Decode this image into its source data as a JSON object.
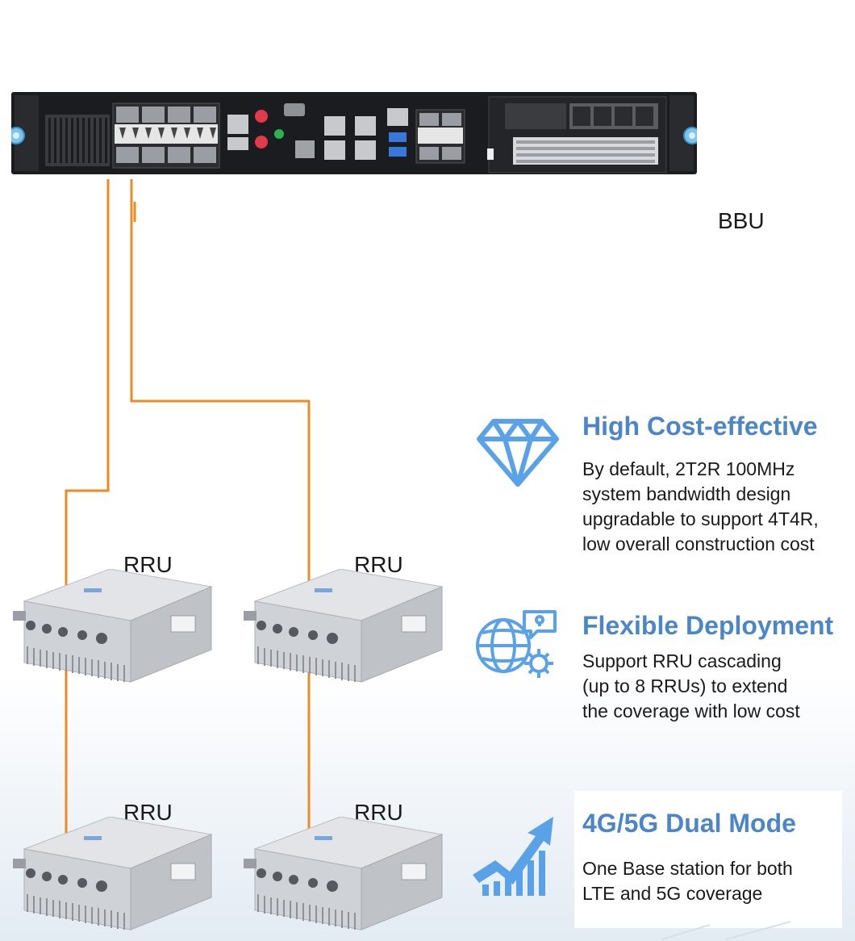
{
  "bbu": {
    "label": "BBU"
  },
  "rru_units": [
    {
      "label": "RRU"
    },
    {
      "label": "RRU"
    },
    {
      "label": "RRU"
    },
    {
      "label": "RRU"
    }
  ],
  "features": [
    {
      "icon": "diamond-icon",
      "title": "High Cost-effective",
      "lines": [
        "By default, 2T2R 100MHz",
        "system bandwidth design",
        "upgradable to support 4T4R,",
        "low overall construction cost"
      ]
    },
    {
      "icon": "globe-gear-icon",
      "title": "Flexible Deployment",
      "lines": [
        "Support RRU cascading",
        "(up to 8 RRUs) to extend",
        "the coverage with low cost"
      ]
    },
    {
      "icon": "growth-chart-icon",
      "title": "4G/5G Dual Mode",
      "lines": [
        "One Base station for both",
        "LTE and 5G coverage"
      ]
    }
  ],
  "colors": {
    "cable": "#ee8a22",
    "accent": "#4a86c8",
    "icon": "#5aa2e8"
  }
}
